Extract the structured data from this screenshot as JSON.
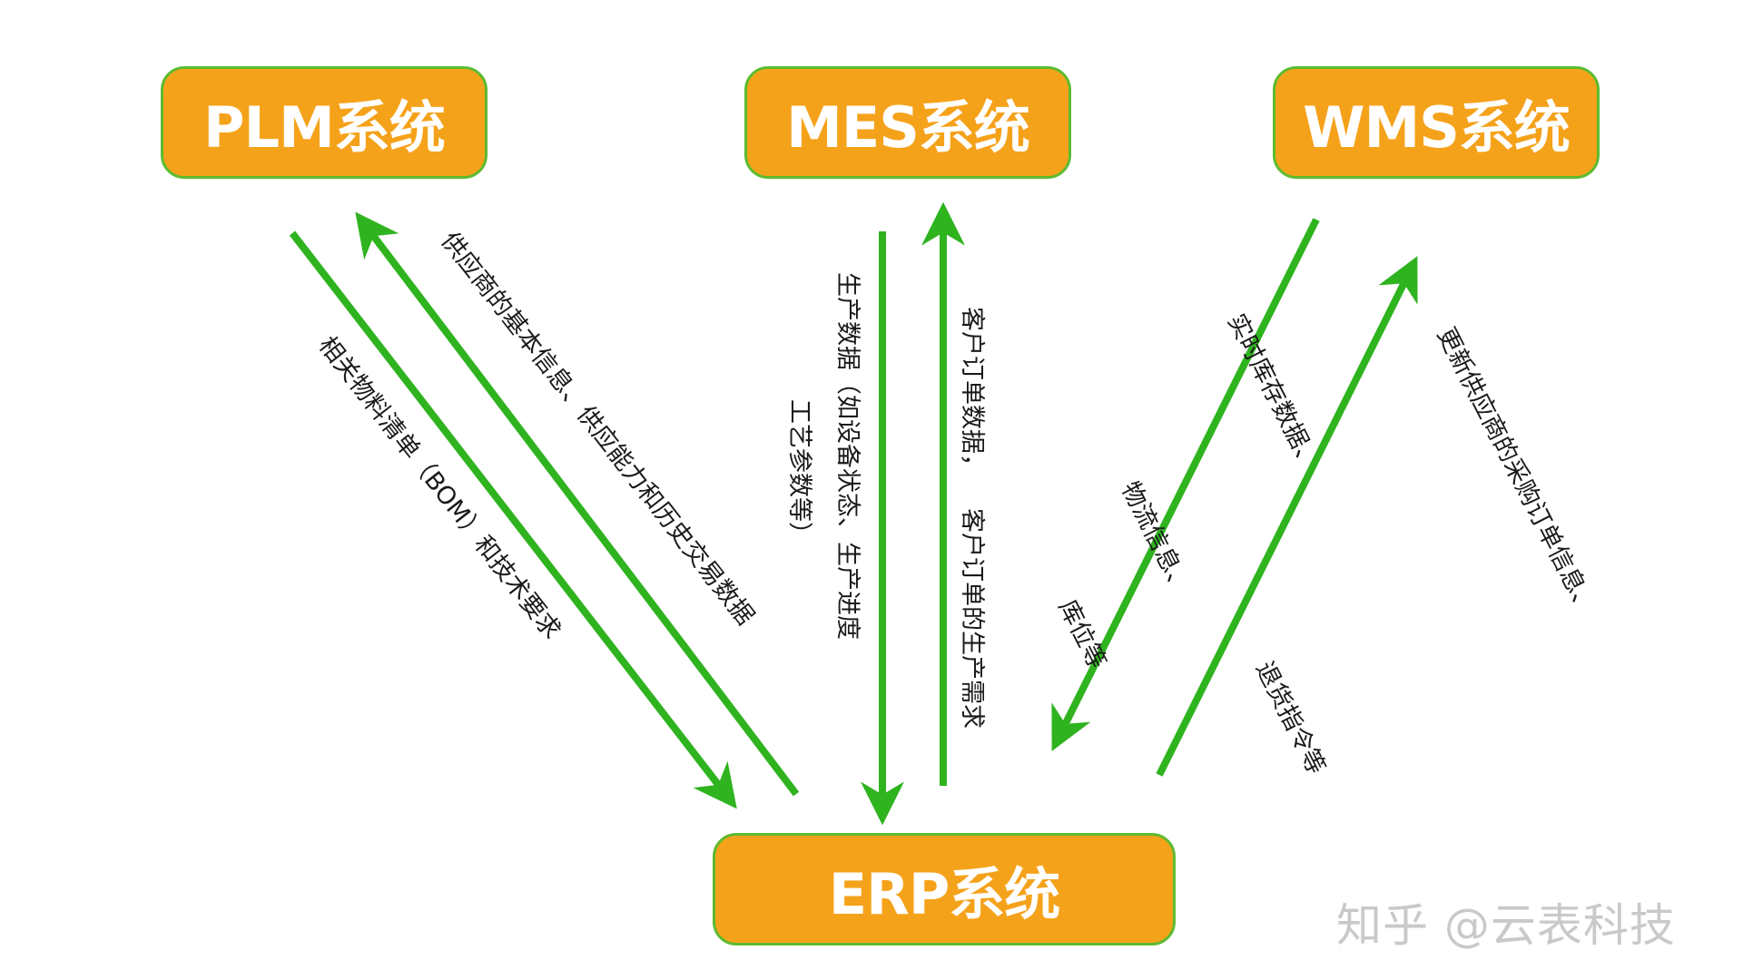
{
  "nodes": {
    "plm": "PLM系统",
    "mes": "MES系统",
    "wms": "WMS系统",
    "erp": "ERP系统"
  },
  "flows": {
    "plm_to_erp": "相关物料清单（BOM）和技术要求",
    "erp_to_plm": "供应商的基本信息、供应能力和历史交易数据",
    "mes_to_erp_line1": "生产数据（如设备状态、生产进度",
    "mes_to_erp_line2": "工艺参数等）",
    "erp_to_mes_line1": "客户订单数据，",
    "erp_to_mes_line2": "客户订单的生产需求",
    "wms_to_erp_line1": "实时库存数据、",
    "wms_to_erp_line2": "物流信息、",
    "wms_to_erp_line3": "库位等",
    "erp_to_wms_line1": "更新供应商的采购订单信息、",
    "erp_to_wms_line2": "退货指令等"
  },
  "watermark": "知乎 @云表科技",
  "colors": {
    "node_fill": "#f5a21b",
    "node_border": "#5dbb2f",
    "arrow": "#2fb31f",
    "node_text": "#ffffff"
  }
}
